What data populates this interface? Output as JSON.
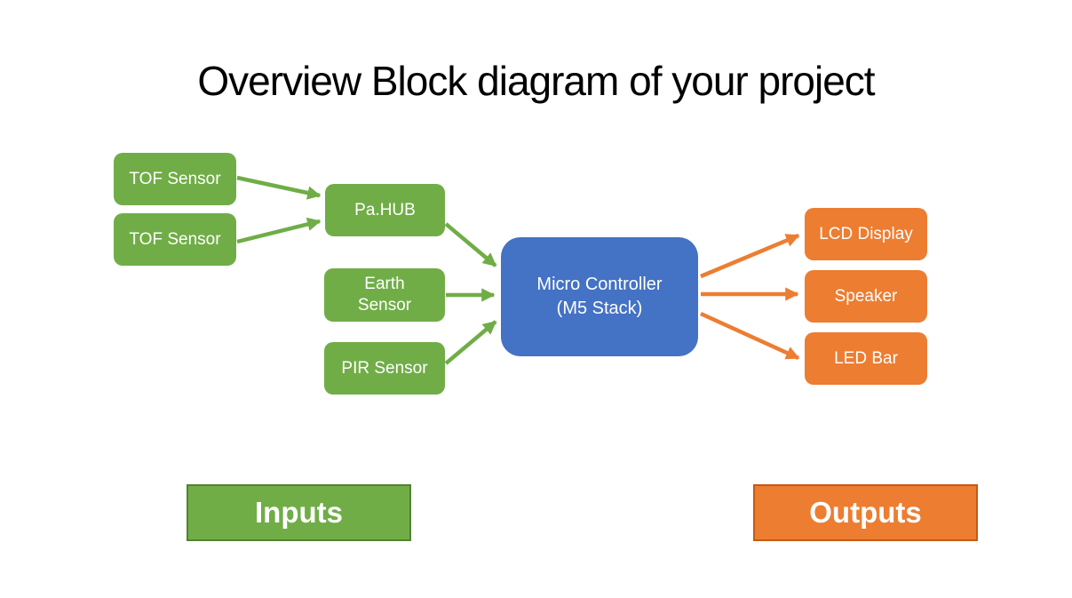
{
  "slide": {
    "title": "Overview Block diagram of your project"
  },
  "colors": {
    "green": "#70AD47",
    "green-dark": "#538135",
    "blue": "#4472C4",
    "orange": "#ED7D31",
    "orange-dark": "#C55A11",
    "text-on-fill": "#FFFFFF",
    "title-color": "#000000",
    "bg": "#FFFFFF"
  },
  "diagram": {
    "input_nodes": [
      {
        "id": "tof-sensor-1",
        "label": "TOF Sensor"
      },
      {
        "id": "tof-sensor-2",
        "label": "TOF Sensor"
      },
      {
        "id": "pa-hub",
        "label": "Pa.HUB"
      },
      {
        "id": "earth-sensor",
        "label": "Earth Sensor"
      },
      {
        "id": "pir-sensor",
        "label": "PIR Sensor"
      }
    ],
    "controller_node": {
      "id": "micro-controller",
      "label_line1": "Micro Controller",
      "label_line2": "(M5 Stack)"
    },
    "output_nodes": [
      {
        "id": "lcd-display",
        "label": "LCD Display"
      },
      {
        "id": "speaker",
        "label": "Speaker"
      },
      {
        "id": "led-bar",
        "label": "LED Bar"
      }
    ],
    "connections": [
      {
        "from": "tof-sensor-1",
        "to": "pa-hub",
        "color": "green"
      },
      {
        "from": "tof-sensor-2",
        "to": "pa-hub",
        "color": "green"
      },
      {
        "from": "pa-hub",
        "to": "micro-controller",
        "color": "green"
      },
      {
        "from": "earth-sensor",
        "to": "micro-controller",
        "color": "green"
      },
      {
        "from": "pir-sensor",
        "to": "micro-controller",
        "color": "green"
      },
      {
        "from": "micro-controller",
        "to": "lcd-display",
        "color": "orange"
      },
      {
        "from": "micro-controller",
        "to": "speaker",
        "color": "orange"
      },
      {
        "from": "micro-controller",
        "to": "led-bar",
        "color": "orange"
      }
    ],
    "legend": {
      "inputs_label": "Inputs",
      "outputs_label": "Outputs"
    }
  }
}
